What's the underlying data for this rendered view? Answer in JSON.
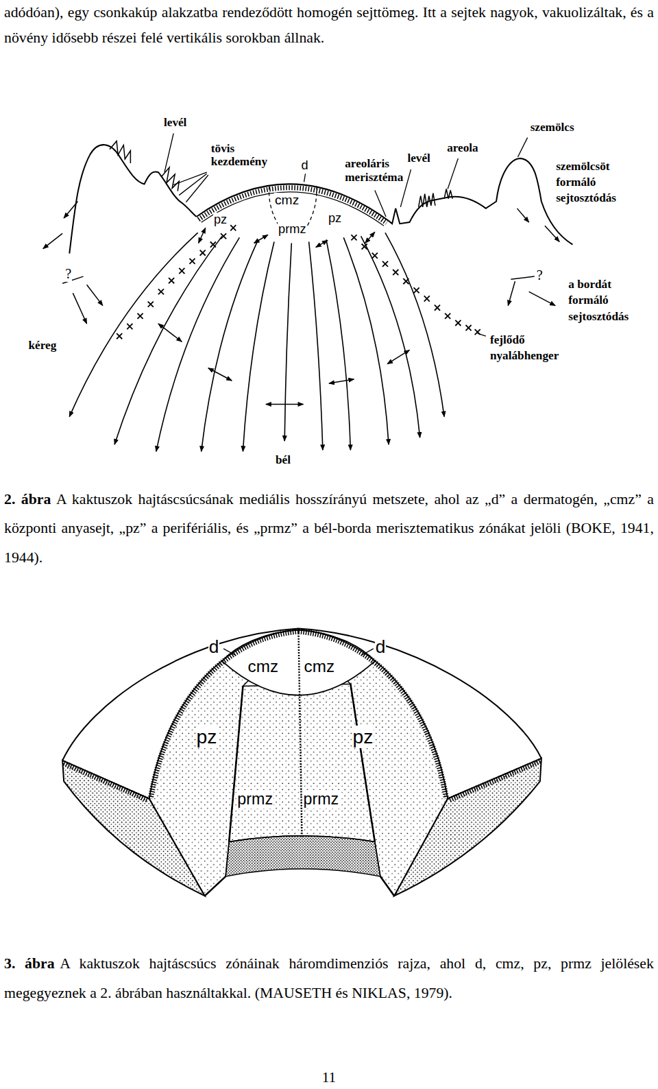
{
  "diagram": {
    "labels": [
      "adódóan), egy csonkakúp alakzatba rendeződött homogén sejttömeg. Itt a sejtek nagyok, vakuolizáltak, és a növény idősebb részei felé vertikális sorokban állnak.",
      "levél",
      "tövis kezdemény",
      "d",
      "areoláris merisztéma",
      "levél",
      "areola",
      "szemölcs",
      "szemölcsöt formáló sejtosztódás",
      "cmz",
      "pz",
      "pz",
      "prmz",
      "?",
      "?",
      "a bordát formáló sejtosztódás",
      "kéreg",
      "fejlődő nyalábhenger",
      "bél",
      "2. ábra",
      "A kaktuszok hajtáscsúcsának mediális hosszírányú metszete, ahol az „d” a dermatogén, „cmz” a központi anyasejt, „pz” a perifériális, és „prmz” a bél-borda merisztematikus zónákat jelöli (BOKE, 1941, 1944).",
      "d",
      "d",
      "cmz",
      "cmz",
      "pz",
      "pz",
      "prmz",
      "prmz",
      "3. ábra",
      "A kaktuszok hajtáscsúcs zónáinak háromdimenziós rajza, ahol d, cmz, pz, prmz jelölések megegyeznek a 2. ábrában használtakkal. (MAUSETH és NIKLAS, 1979).",
      "11"
    ]
  }
}
